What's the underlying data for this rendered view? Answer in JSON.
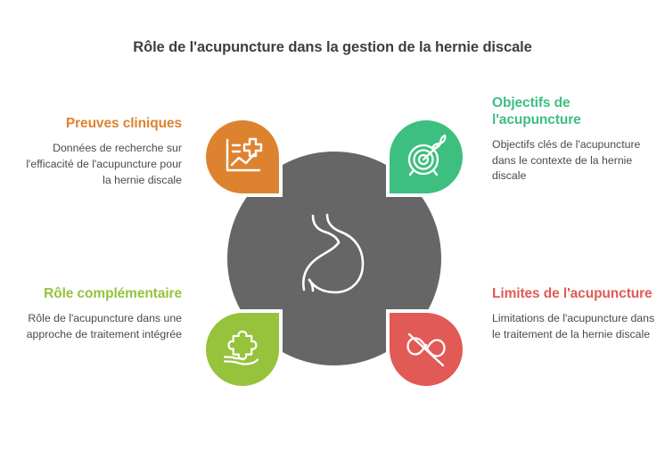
{
  "title": "Rôle de l'acupuncture dans la gestion de la hernie discale",
  "center": {
    "icon": "stomach-icon",
    "color": "#666666"
  },
  "blocks": [
    {
      "id": "proof",
      "heading": "Preuves cliniques",
      "body": "Données de recherche sur l'efficacité de l'acupuncture pour la hernie discale",
      "color": "#DD8330",
      "icon": "medical-chart-icon",
      "position": "top-left"
    },
    {
      "id": "objective",
      "heading": "Objectifs de l'acupuncture",
      "body": "Objectifs clés de l'acupuncture dans le contexte de la hernie discale",
      "color": "#3DBF80",
      "icon": "target-arrow-icon",
      "position": "top-right"
    },
    {
      "id": "role",
      "heading": "Rôle complémentaire",
      "body": "Rôle de l'acupuncture dans une approche de traitement intégrée",
      "color": "#96C23C",
      "icon": "hand-puzzle-icon",
      "position": "bottom-left"
    },
    {
      "id": "limits",
      "heading": "Limites de l'acupuncture",
      "body": "Limitations de l'acupuncture dans le traitement de la hernie discale",
      "color": "#E15A55",
      "icon": "crossed-infinity-icon",
      "position": "bottom-right"
    }
  ]
}
